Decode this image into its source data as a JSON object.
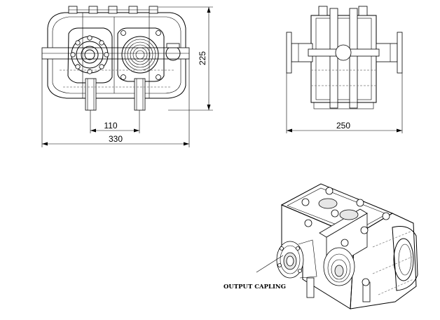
{
  "drawing": {
    "front_view": {
      "dimension_width_small": "110",
      "dimension_width_total": "330",
      "dimension_height": "225"
    },
    "side_view": {
      "dimension_width": "250"
    },
    "iso_view": {
      "callout_label": "OUTPUT CAPLING"
    }
  },
  "colors": {
    "line": "#000000",
    "hidden_line": "#7a7a7a",
    "shade": "#e6e6e6"
  }
}
